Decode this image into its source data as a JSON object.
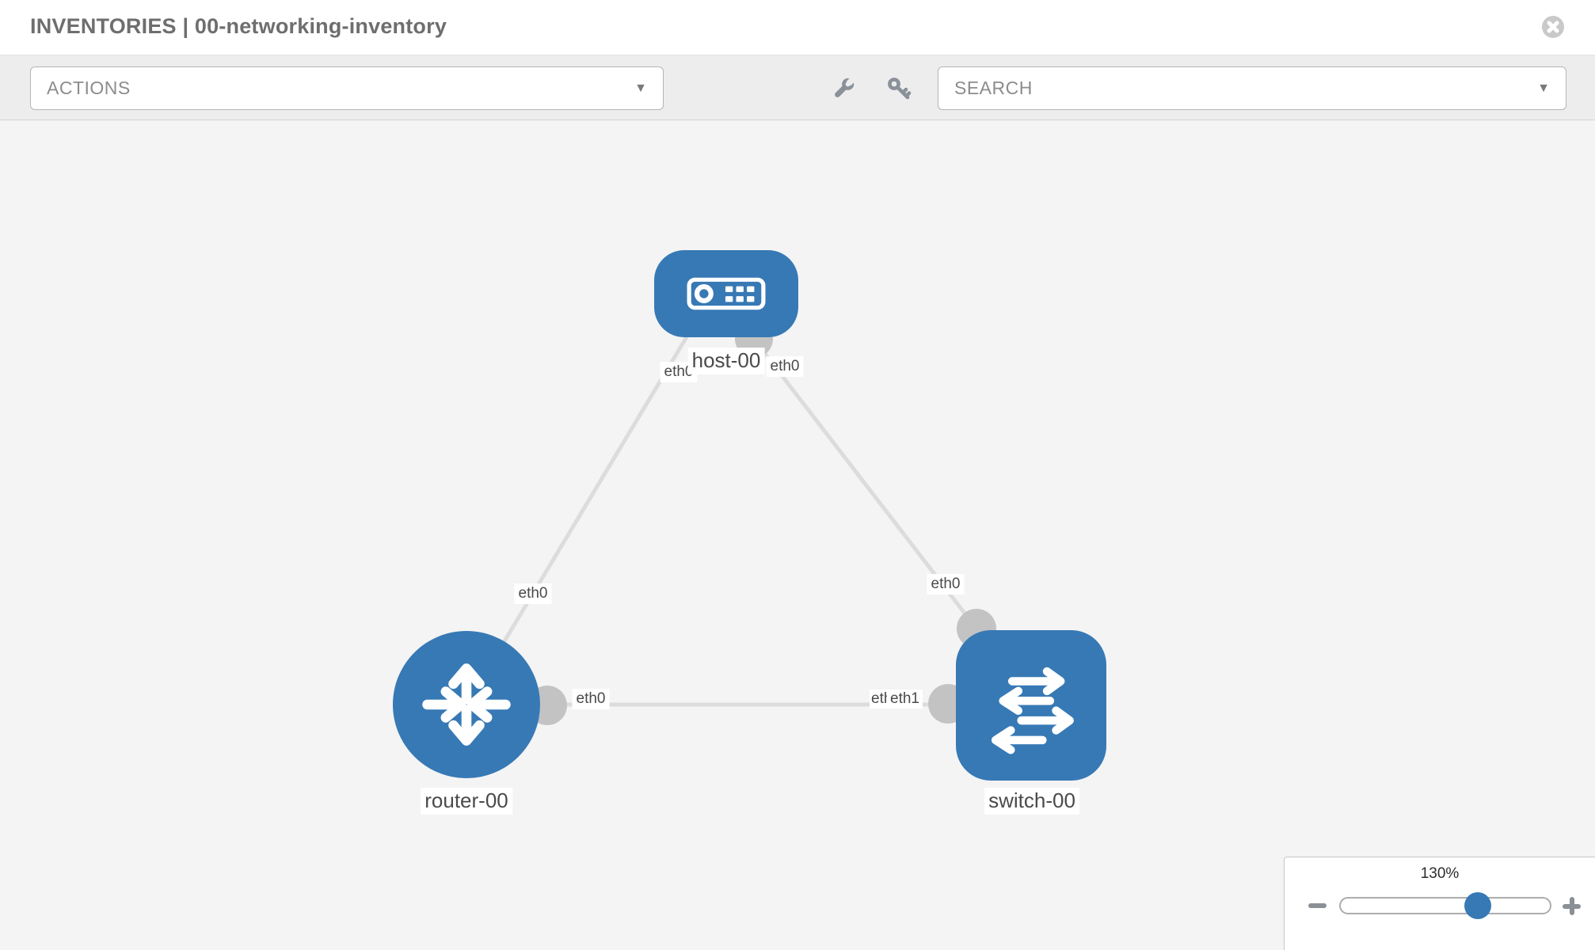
{
  "header": {
    "title": "INVENTORIES | 00-networking-inventory"
  },
  "toolbar": {
    "actions_label": "ACTIONS",
    "search_placeholder": "SEARCH",
    "icons": [
      "wrench-icon",
      "key-icon"
    ]
  },
  "topology": {
    "nodes": [
      {
        "name": "host-00",
        "type": "host",
        "shape": "rounded-rect",
        "color": "#3779b5"
      },
      {
        "name": "router-00",
        "type": "router",
        "shape": "circle",
        "color": "#3779b5"
      },
      {
        "name": "switch-00",
        "type": "switch",
        "shape": "rounded-square",
        "color": "#3779b5"
      }
    ],
    "links": [
      {
        "source": "host-00",
        "source_interface": "eth0",
        "target": "router-00",
        "target_interface": "eth0"
      },
      {
        "source": "host-00",
        "source_interface": "eth0",
        "target": "switch-00",
        "target_interface": "eth0"
      },
      {
        "source": "router-00",
        "source_interface": "eth0",
        "target": "switch-00",
        "target_interface": "eth1"
      }
    ],
    "labels": {
      "host_name": "host-00",
      "router_name": "router-00",
      "switch_name": "switch-00",
      "host_if_left": "eth0",
      "host_if_right": "eth0",
      "edge_host_router_if": "eth0",
      "edge_host_switch_if": "eth0",
      "router_if": "eth0",
      "switch_if_back": "eth1",
      "switch_if_front": "eth1",
      "switch_if_composite_as_rendered": "etleth1"
    },
    "colors": {
      "node_fill": "#3779b5",
      "link_line": "#dcdcdc",
      "interface_dot": "#c3c3c3",
      "canvas_background": "#f4f4f4"
    }
  },
  "zoom": {
    "level": "130%",
    "slider_percent": 65
  }
}
